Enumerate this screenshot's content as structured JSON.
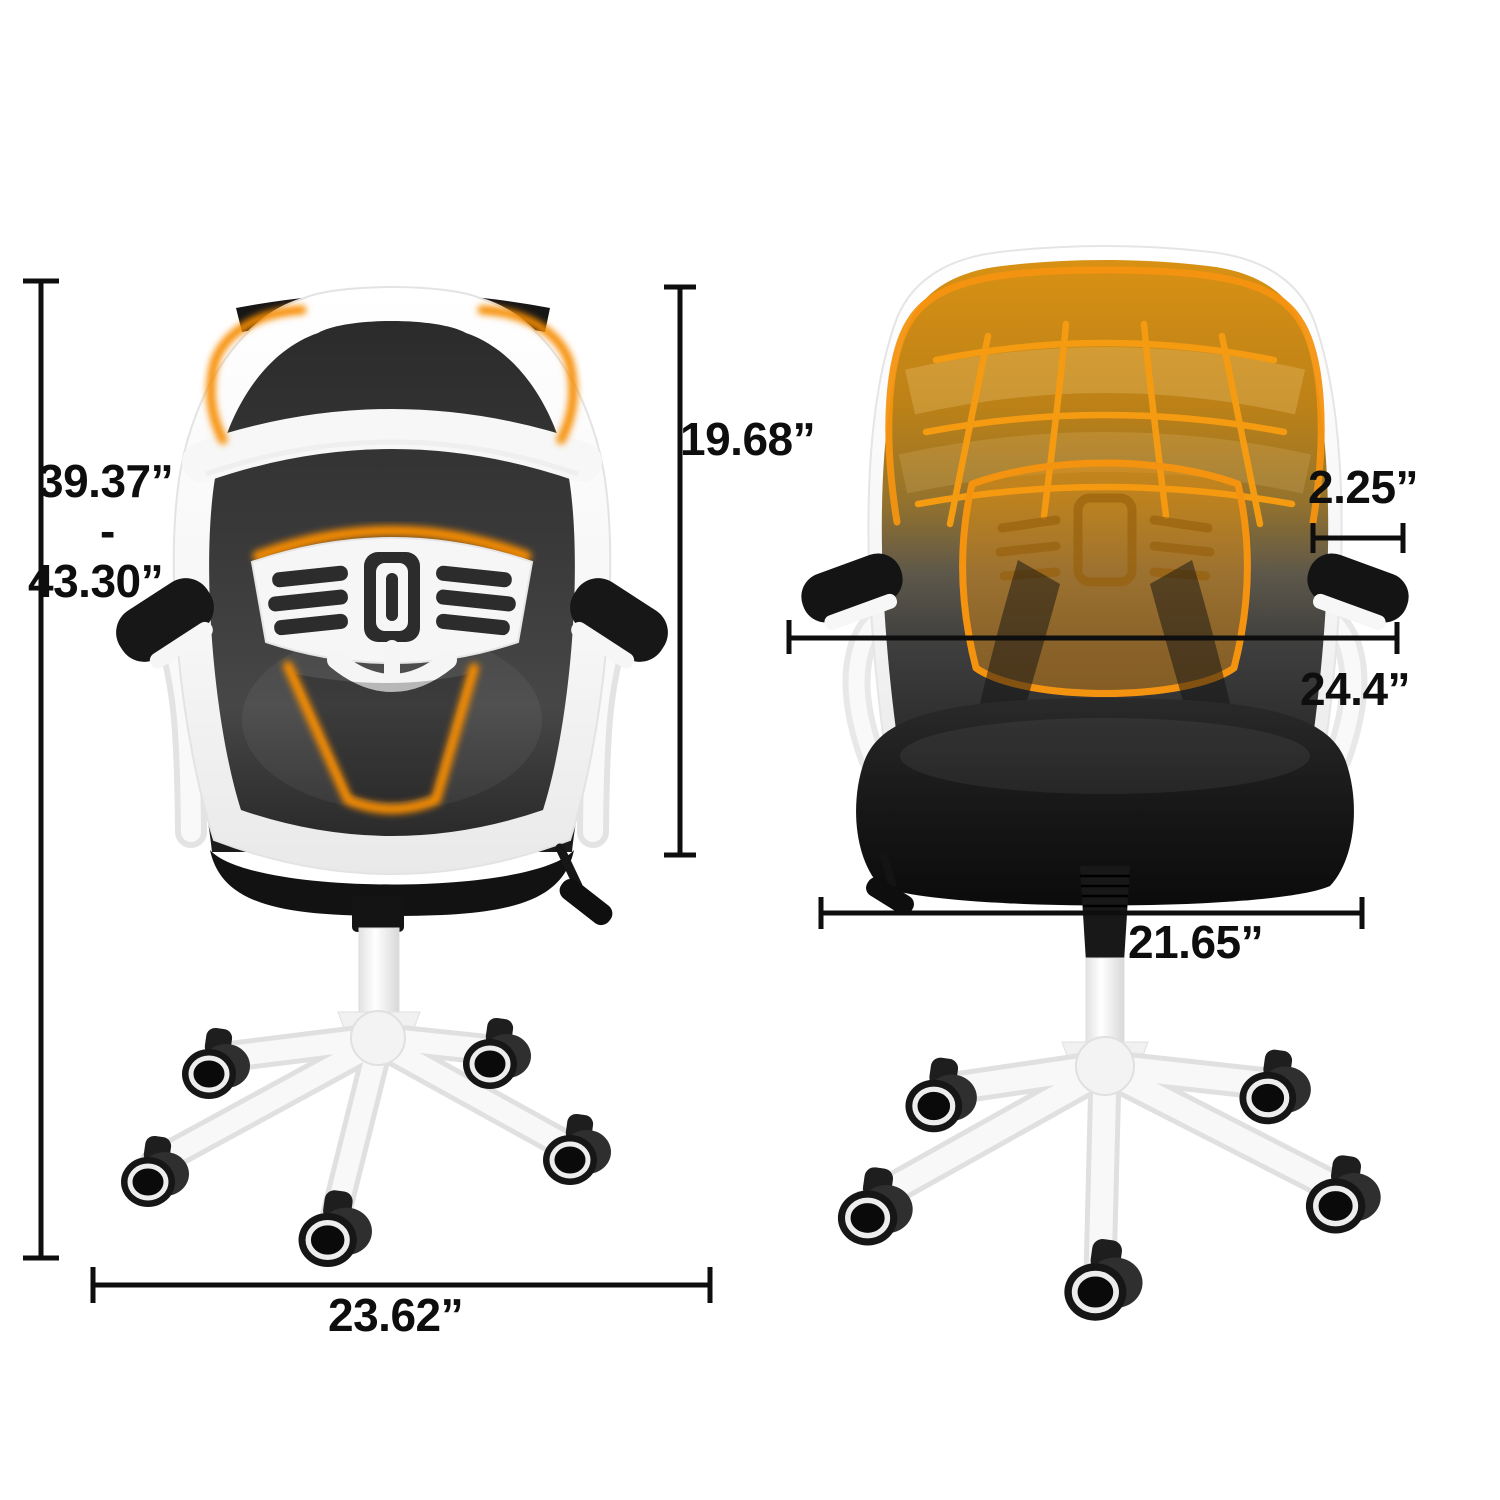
{
  "page": {
    "title": "Ergonomic office chair dimension diagram",
    "background": "#ffffff"
  },
  "views": {
    "back_view": "chair back view with orange frame glow accents",
    "front_view": "chair front view with orange lumbar heat zone and mesh grid"
  },
  "dimensions": {
    "height_min": "39.37”",
    "height_separator": "-",
    "height_max": "43.30”",
    "backrest_height": "19.68”",
    "base_width": "23.62”",
    "armrest_pad_depth": "2.25”",
    "overall_width": "24.4”",
    "seat_width": "21.65”"
  },
  "colors": {
    "accent_orange": "#F5940E",
    "glow_orange": "#F78C00",
    "dimension_line": "#0e0e0e",
    "mesh_dark": "#2e2e2e",
    "frame_white": "#ffffff",
    "seat_black": "#141414"
  }
}
